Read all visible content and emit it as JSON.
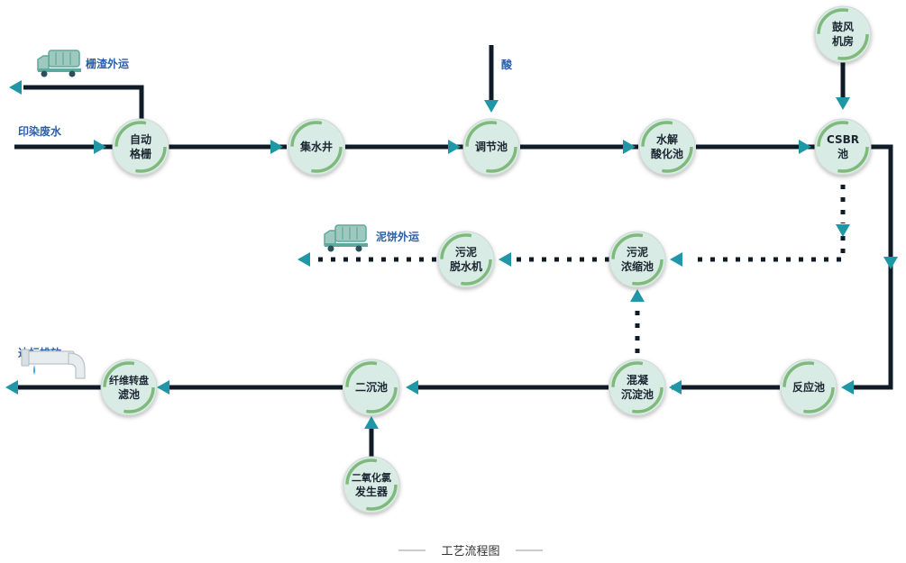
{
  "nodes": {
    "auto_grid": [
      "自动",
      "格栅"
    ],
    "collection_well": [
      "集水井"
    ],
    "adjust_tank": [
      "调节池"
    ],
    "hydrolysis": [
      "水解",
      "酸化池"
    ],
    "csbr": [
      "CSBR",
      "池"
    ],
    "blower_room": [
      "鼓风",
      "机房"
    ],
    "sludge_thickener": [
      "污泥",
      "浓缩池"
    ],
    "sludge_dewater": [
      "污泥",
      "脱水机"
    ],
    "reaction_tank": [
      "反应池"
    ],
    "coag_settle": [
      "混凝",
      "沉淀池"
    ],
    "secondary_settle": [
      "二沉池"
    ],
    "fiber_filter": [
      "纤维转盘",
      "滤池"
    ],
    "chlorine_dioxide": [
      "二氧化氯",
      "发生器"
    ]
  },
  "labels": {
    "inflow": "印染废水",
    "screenings_out": "栅渣外运",
    "acid": "酸",
    "cake_out": "泥饼外运",
    "discharge": "达标排放"
  },
  "caption": "工艺流程图",
  "colors": {
    "line": "#0f1b27",
    "arrow": "#1f97a6",
    "ring_green": "#7fba7c",
    "node_fill": "#d8ece5",
    "label_text": "#2a5fa8"
  }
}
